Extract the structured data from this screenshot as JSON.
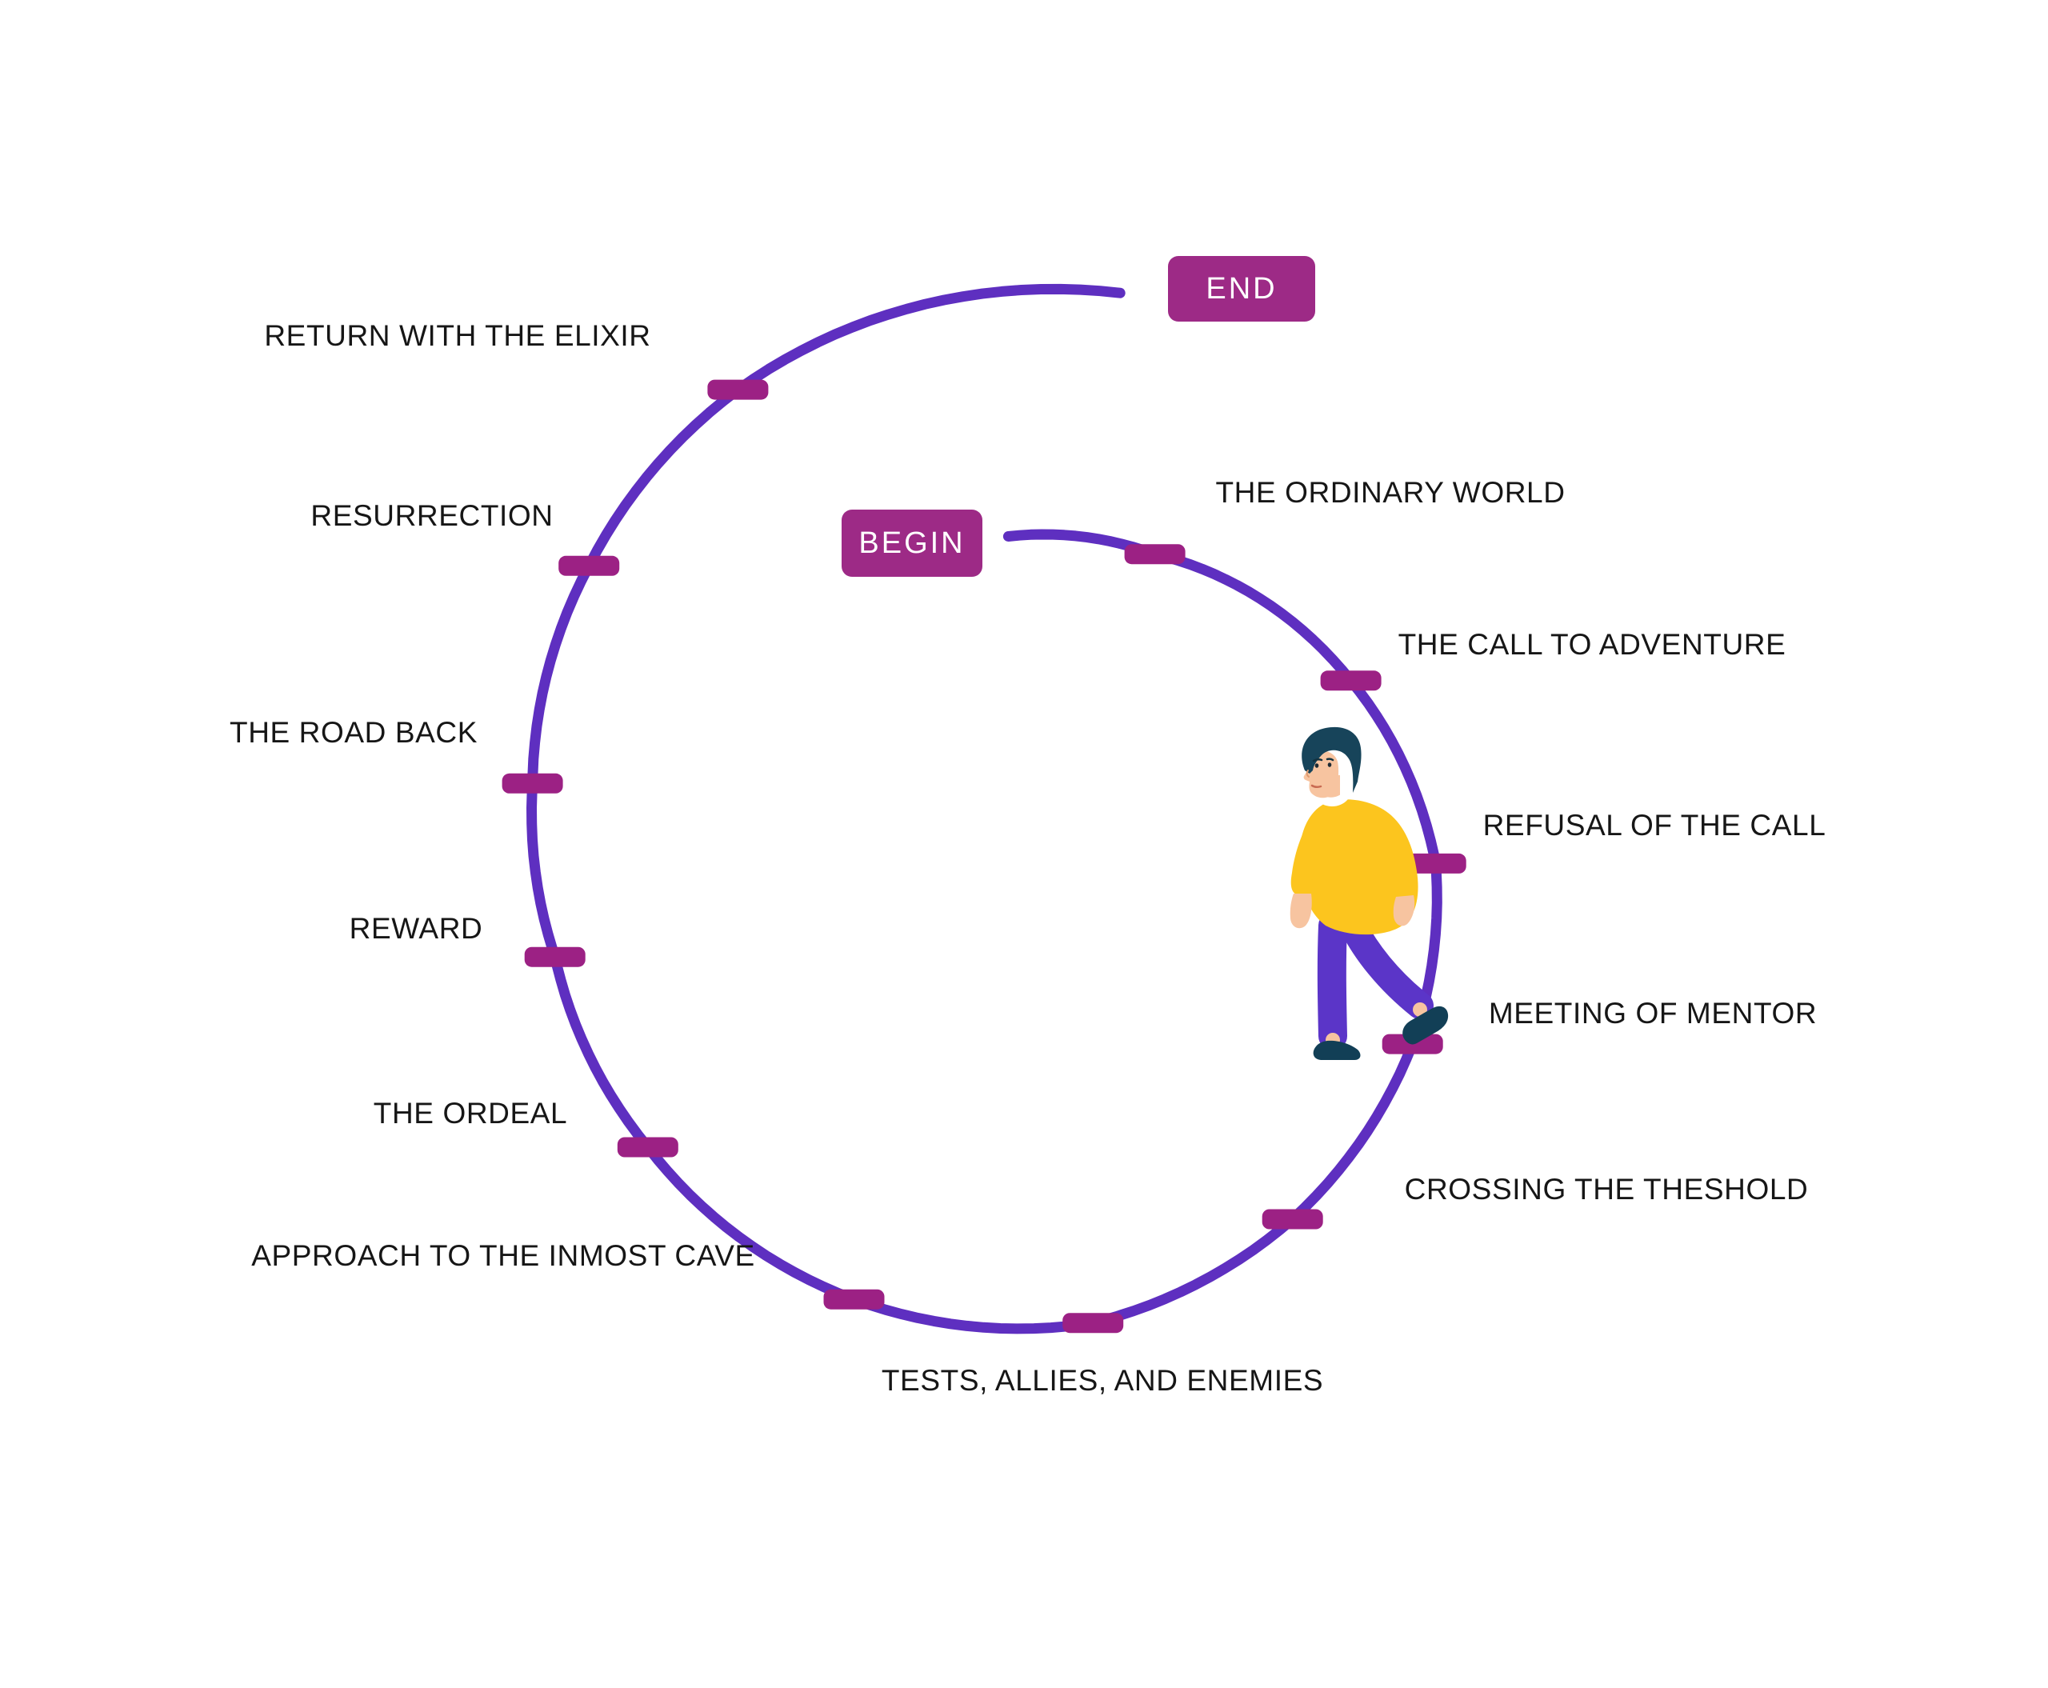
{
  "badges": {
    "begin_label": "BEGIN",
    "end_label": "END"
  },
  "stages": [
    {
      "label": "THE ORDINARY WORLD",
      "angle": 29
    },
    {
      "label": "THE CALL TO ADVENTURE",
      "angle": 65
    },
    {
      "label": "REFUSAL OF THE CALL",
      "angle": 92
    },
    {
      "label": "MEETING OF MENTOR",
      "angle": 115
    },
    {
      "label": "CROSSING THE THESHOLD",
      "angle": 141
    },
    {
      "label": "TESTS, ALLIES, AND ENEMIES",
      "angle": 168
    },
    {
      "label": "APPROACH TO THE INMOST CAVE",
      "angle": 197
    },
    {
      "label": "THE ORDEAL",
      "angle": 229
    },
    {
      "label": "REWARD",
      "angle": 256
    },
    {
      "label": "THE ROAD BACK",
      "angle": 278
    },
    {
      "label": "RESURRECTION",
      "angle": 305
    },
    {
      "label": "RETURN WITH THE ELIXIR",
      "angle": 331
    }
  ],
  "person_illustration": "walking-man",
  "colors": {
    "arc": "#5E2FC0",
    "tick": "#9C2184",
    "badge": "#9D2A86",
    "badge_text": "#FFFFFF",
    "label_text": "#161616",
    "skin": "#F7C4A0",
    "hair": "#17445A",
    "sweater": "#FCC51E",
    "pants": "#5B35C8",
    "shoes": "#123F56",
    "collar": "#FFFFFF",
    "eye": "#1D2A33",
    "mouth": "#C96B52",
    "nose_line": "#DE9B70"
  }
}
